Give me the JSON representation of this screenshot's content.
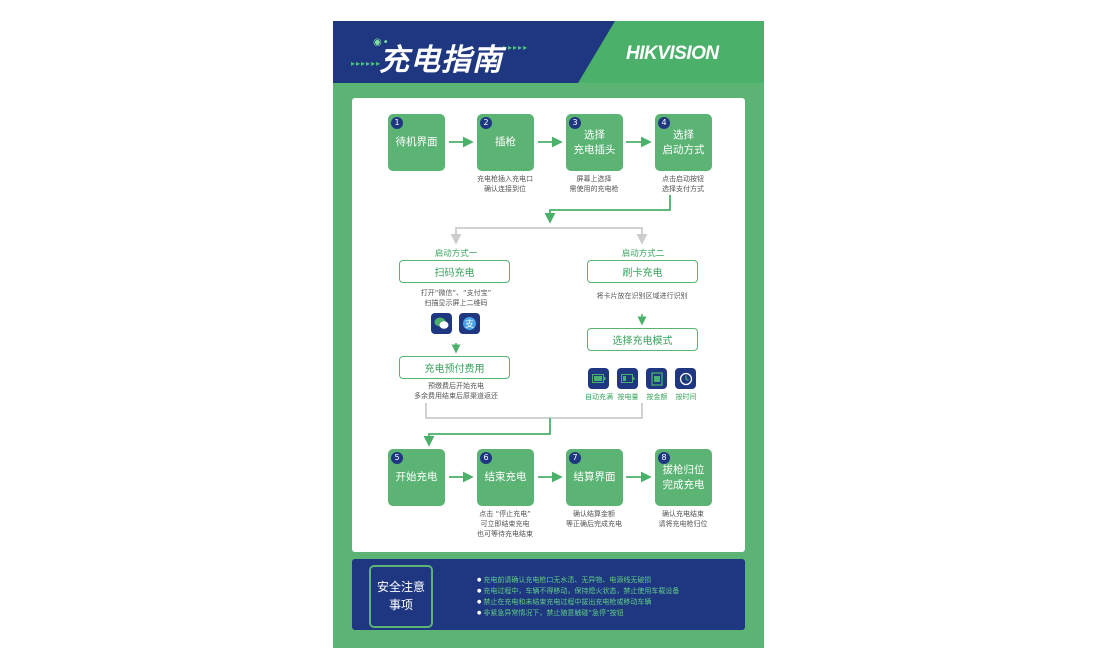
{
  "header": {
    "title": "充电指南",
    "brand": "HIKVISION"
  },
  "steps_top": [
    {
      "num": "1",
      "label_lines": [
        "待机界面"
      ],
      "caption": []
    },
    {
      "num": "2",
      "label_lines": [
        "插枪"
      ],
      "caption": [
        "充电枪插入充电口",
        "确认连接到位"
      ]
    },
    {
      "num": "3",
      "label_lines": [
        "选择",
        "充电插头"
      ],
      "caption": [
        "屏幕上选择",
        "需使用的充电枪"
      ]
    },
    {
      "num": "4",
      "label_lines": [
        "选择",
        "启动方式"
      ],
      "caption": [
        "点击启动按钮",
        "选择支付方式"
      ]
    }
  ],
  "method1": {
    "heading": "启动方式一",
    "pill": "扫码充电",
    "caption": [
      "打开“微信”、“支付宝”",
      "扫描显示屏上二维码"
    ],
    "icons": [
      "wechat-icon",
      "alipay-icon"
    ],
    "pill2": "充电预付费用",
    "caption2": [
      "预缴费后开始充电",
      "多余费用结束后原渠道返还"
    ]
  },
  "method2": {
    "heading": "启动方式二",
    "pill": "刷卡充电",
    "caption": [
      "将卡片放在识别区域进行识别"
    ],
    "pill2": "选择充电模式",
    "modes": [
      {
        "icon": "battery-full-icon",
        "label": "自动充满"
      },
      {
        "icon": "battery-icon",
        "label": "按电量"
      },
      {
        "icon": "money-icon",
        "label": "按金额"
      },
      {
        "icon": "clock-icon",
        "label": "按时间"
      }
    ]
  },
  "steps_bottom": [
    {
      "num": "5",
      "label_lines": [
        "开始充电"
      ],
      "caption": []
    },
    {
      "num": "6",
      "label_lines": [
        "结束充电"
      ],
      "caption": [
        "点击 “停止充电”",
        "可立即结束充电",
        "也可等待充电结束"
      ]
    },
    {
      "num": "7",
      "label_lines": [
        "结算界面"
      ],
      "caption": [
        "确认结算金额",
        "等正确后完成充电"
      ]
    },
    {
      "num": "8",
      "label_lines": [
        "拔枪归位",
        "完成充电"
      ],
      "caption": [
        "确认充电结束",
        "请将充电枪归位"
      ]
    }
  ],
  "safety": {
    "title_lines": [
      "安全注意",
      "事项"
    ],
    "rules": [
      "充电前请确认充电枪口无水渍、无异物、电源线无破损",
      "充电过程中，车辆不得移动，保持熄火状态，禁止使用车载设备",
      "禁止在充电和未结束充电过程中拔出充电枪或移动车辆",
      "非紧急异常情况下，禁止随意触碰“急停”按钮"
    ]
  },
  "colors": {
    "navy": "#1f3680",
    "green": "#5bb374",
    "bright_green": "#4ab06a",
    "text_green": "#3aa45e"
  }
}
